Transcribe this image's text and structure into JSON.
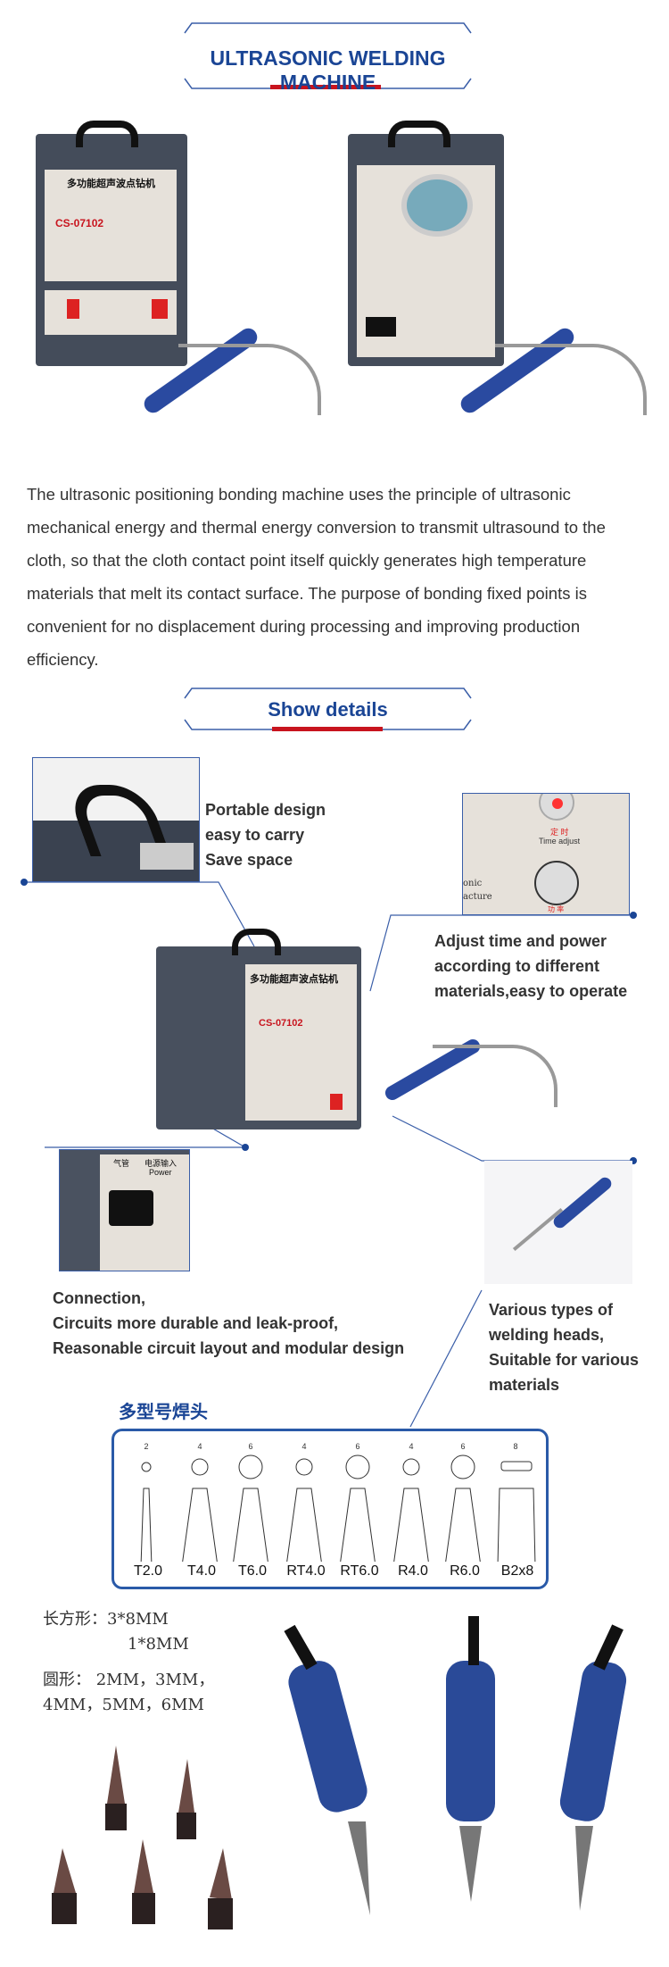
{
  "header": {
    "title": "ULTRASONIC WELDING MACHINE"
  },
  "intro": {
    "paragraph": "The ultrasonic positioning bonding machine uses the principle of ultrasonic mechanical energy and thermal energy conversion to transmit ultrasound to the cloth, so that the cloth contact point itself quickly generates high temperature materials that melt its contact surface. The purpose of bonding fixed points is convenient for no displacement during processing and improving production efficiency."
  },
  "details": {
    "title": "Show details",
    "machine_label": "多功能超声波点钻机",
    "model": "CS-07102",
    "callouts": [
      {
        "lines": [
          "Portable design",
          "easy to carry",
          "Save space"
        ]
      },
      {
        "lines": [
          "Adjust time and power",
          "according to different",
          "materials,easy to operate"
        ]
      },
      {
        "lines": [
          "Connection,",
          "Circuits more durable and leak-proof,",
          "Reasonable circuit layout and modular design"
        ]
      },
      {
        "lines": [
          "Various types of",
          "welding heads,",
          "Suitable for various",
          "materials"
        ]
      }
    ],
    "panel_text": {
      "timer_cn": "定 时",
      "timer_en": "Time adjust",
      "power_cn": "功 率",
      "frag1": "onic",
      "frag2": "acture",
      "air_cn": "气管",
      "power_in_cn": "电源输入",
      "power_in_en": "Power"
    }
  },
  "weld_heads": {
    "title": "多型号焊头",
    "items": [
      {
        "label": "T2.0",
        "dim": "2"
      },
      {
        "label": "T4.0",
        "dim": "4"
      },
      {
        "label": "T6.0",
        "dim": "6"
      },
      {
        "label": "RT4.0",
        "dim": "4"
      },
      {
        "label": "RT6.0",
        "dim": "6"
      },
      {
        "label": "R4.0",
        "dim": "4"
      },
      {
        "label": "R6.0",
        "dim": "6"
      },
      {
        "label": "B2x8",
        "dim": "8"
      }
    ]
  },
  "specs": {
    "rect_label": "长方形：",
    "rect_1": "3*8MM",
    "rect_2": "1*8MM",
    "round_label": "圆形：",
    "round_1": "2MM，3MM，",
    "round_2": "4MM，5MM，6MM"
  },
  "colors": {
    "accent_blue": "#1a4595",
    "accent_red": "#c8141e",
    "line_blue": "#3a5ea8"
  }
}
